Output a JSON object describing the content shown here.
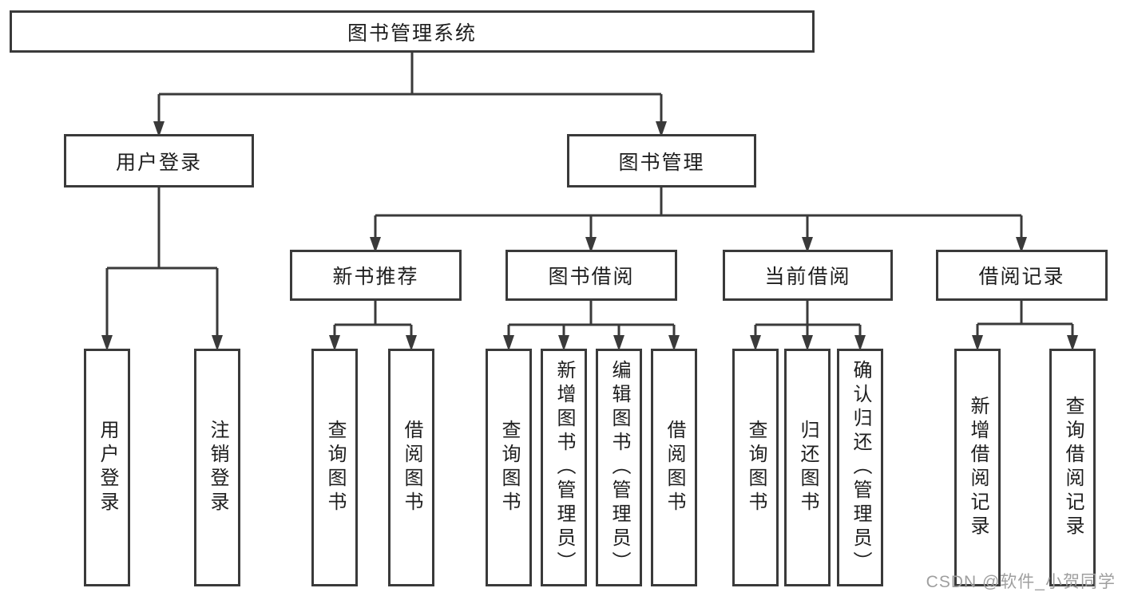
{
  "tree": {
    "label": "图书管理系统",
    "children": [
      {
        "label": "用户登录",
        "children": [
          {
            "label": "用户登录"
          },
          {
            "label": "注销登录"
          }
        ]
      },
      {
        "label": "图书管理",
        "children": [
          {
            "label": "新书推荐",
            "children": [
              {
                "label": "查询图书"
              },
              {
                "label": "借阅图书"
              }
            ]
          },
          {
            "label": "图书借阅",
            "children": [
              {
                "label": "查询图书"
              },
              {
                "label": "新增图书（管理员）"
              },
              {
                "label": "编辑图书（管理员）"
              },
              {
                "label": "借阅图书"
              }
            ]
          },
          {
            "label": "当前借阅",
            "children": [
              {
                "label": "查询图书"
              },
              {
                "label": "归还图书"
              },
              {
                "label": "确认归还（管理员）"
              }
            ]
          },
          {
            "label": "借阅记录",
            "children": [
              {
                "label": "新增借阅记录"
              },
              {
                "label": "查询借阅记录"
              }
            ]
          }
        ]
      }
    ]
  },
  "watermark": "CSDN @软件_小贺同学",
  "colors": {
    "line": "#3a3a3a",
    "text": "#1e1e1e",
    "wm": "#9f9f9f",
    "bg": "#ffffff"
  }
}
